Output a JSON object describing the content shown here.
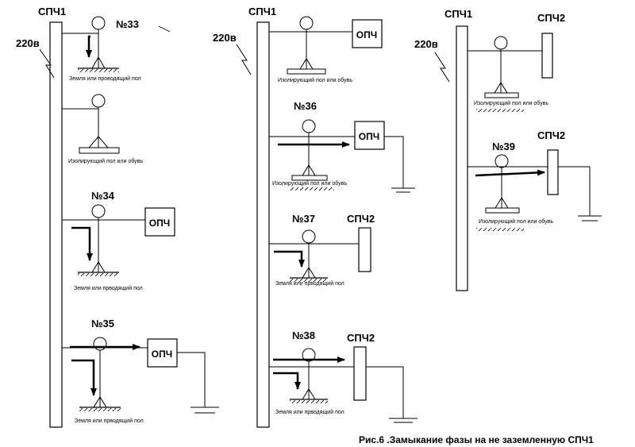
{
  "labels": {
    "spch1": "СПЧ1",
    "spch2": "СПЧ2",
    "voltage": "220в",
    "opch": "ОПЧ",
    "ground_floor": "Земля или проводящий пол",
    "ground_floor_2": "Земля или прводящий пол",
    "insulating": "Изолирующий пол или обувь"
  },
  "cases": {
    "n33": "№33",
    "n34": "№34",
    "n35": "№35",
    "n36": "№36",
    "n37": "№37",
    "n38": "№38",
    "n39": "№39"
  },
  "caption": "Рис.6 .Замыкание фазы на не заземленную СПЧ1"
}
